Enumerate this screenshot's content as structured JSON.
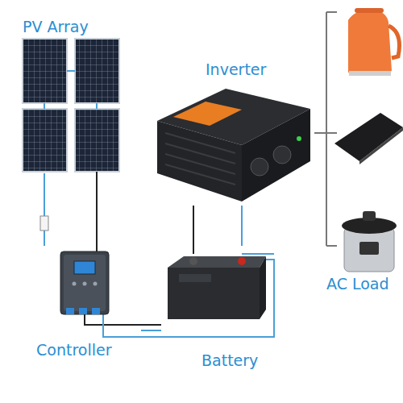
{
  "diagram": {
    "nodes": [
      {
        "text": [
          "PV Array"
        ]
      },
      {
        "text": [
          "Inverter"
        ]
      },
      {
        "text": [
          "AC Load"
        ]
      },
      {
        "text": [
          "Controller"
        ]
      },
      {
        "text": [
          "Battery"
        ]
      }
    ],
    "edges": [
      {
        "from": 0,
        "to": 3,
        "arrow": "none"
      },
      {
        "from": 3,
        "to": 4,
        "arrow": "none"
      },
      {
        "from": 4,
        "to": 1,
        "arrow": "none"
      },
      {
        "from": 1,
        "to": 2,
        "arrow": "none"
      }
    ]
  }
}
